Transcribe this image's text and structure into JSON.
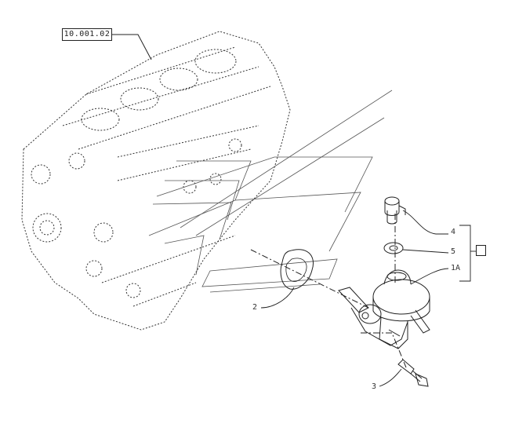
{
  "reference": {
    "label": "10.001.02"
  },
  "callouts": {
    "c1": "1",
    "c2": "2",
    "c3": "3",
    "c4": "4",
    "c5": "5",
    "c1a": "1A"
  }
}
